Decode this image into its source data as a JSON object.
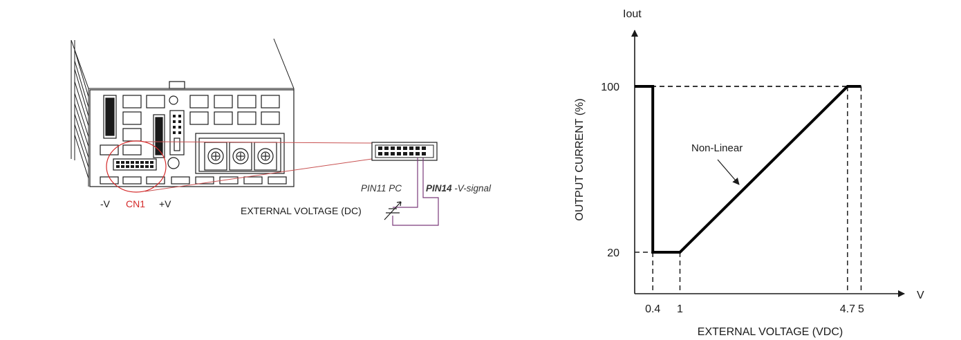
{
  "wiring": {
    "label_minus_v": "-V",
    "label_cn1": "CN1",
    "label_plus_v": "+V",
    "label_pin11": "PIN11 PC",
    "label_pin14_prefix": "PIN14",
    "label_pin14_suffix": " -V-signal",
    "label_external_voltage": "EXTERNAL VOLTAGE (DC)",
    "colors": {
      "cn1": "#d42a2a",
      "zoom_line": "#c85050",
      "wire": "#7a3a7a",
      "ink": "#1a1a1a"
    }
  },
  "chart_data": {
    "type": "line",
    "x_axis_symbol": "V",
    "y_axis_symbol": "Iout",
    "xlabel": "EXTERNAL VOLTAGE (VDC)",
    "ylabel": "OUTPUT CURRENT (%)",
    "x_ticks": [
      "0.4",
      "1",
      "4.7",
      "5"
    ],
    "y_ticks": [
      "100",
      "20"
    ],
    "annotation": "Non-Linear",
    "series": [
      {
        "x": [
          0,
          0.4,
          0.4,
          1,
          4.7,
          5
        ],
        "y": [
          100,
          100,
          20,
          20,
          100,
          100
        ]
      }
    ],
    "guides": [
      {
        "x": 0.4,
        "y": 100
      },
      {
        "x": 1,
        "y": 20
      },
      {
        "x": 4.7,
        "y": 100
      },
      {
        "x": 5,
        "y": 100
      }
    ]
  }
}
